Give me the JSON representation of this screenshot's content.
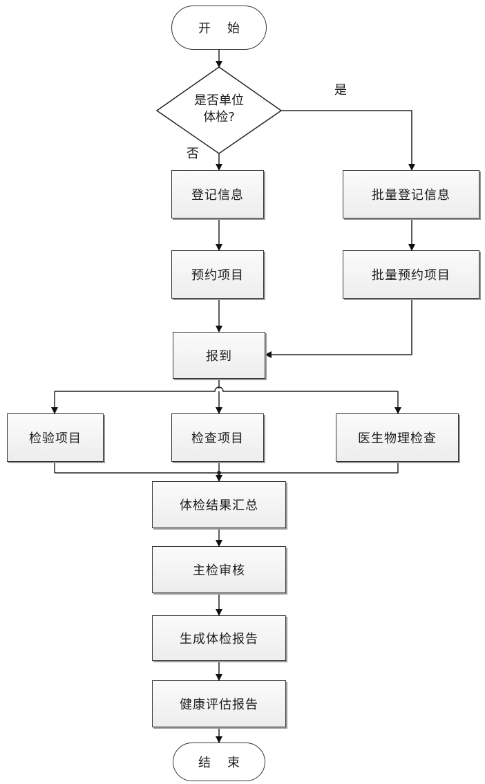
{
  "nodes": {
    "start": "开始",
    "decision": "是否单位\n体检?",
    "register": "登记信息",
    "book": "预约项目",
    "batch_register": "批量登记信息",
    "batch_book": "批量预约项目",
    "check_in": "报到",
    "lab_tests": "检验项目",
    "exam_items": "检查项目",
    "physical_exam": "医生物理检查",
    "summary": "体检结果汇总",
    "review": "主检审核",
    "generate_report": "生成体检报告",
    "health_report": "健康评估报告",
    "end": "结束"
  },
  "labels": {
    "yes": "是",
    "no": "否"
  }
}
